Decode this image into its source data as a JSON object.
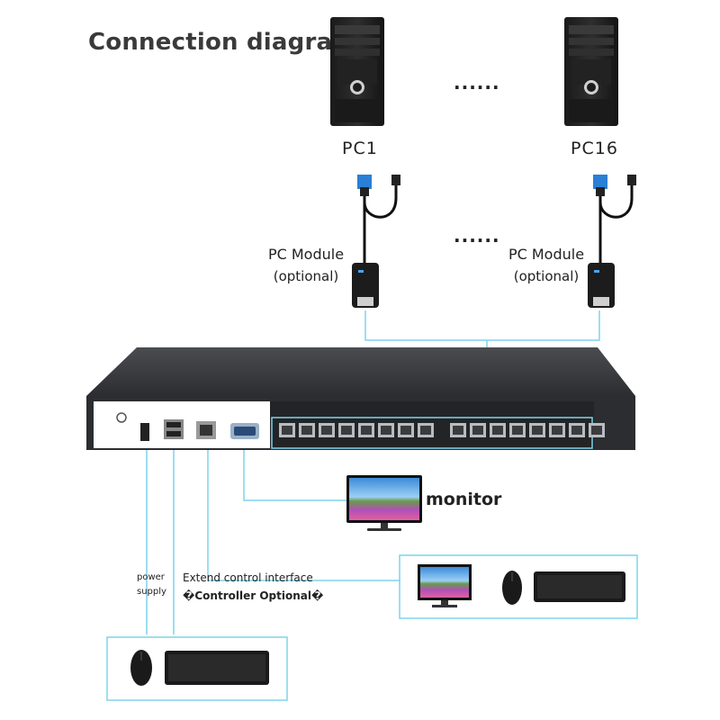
{
  "title": "Connection diagram",
  "pcs": [
    {
      "label": "PC1"
    },
    {
      "label": "PC16"
    }
  ],
  "ellipsis": "......",
  "modules": [
    {
      "title": "PC Module",
      "note": "(optional)"
    },
    {
      "title": "PC Module",
      "note": "(optional)"
    }
  ],
  "monitor_label": "monitor",
  "power_label_line1": "power",
  "power_label_line2": "supply",
  "extend_label": "Extend control interface",
  "controller_label": "�Controller Optional�",
  "colors": {
    "line": "#7fd4ec",
    "switch_body": "#2b2d30",
    "front_panel": "#ffffff",
    "port_strip": "#1e2022"
  }
}
